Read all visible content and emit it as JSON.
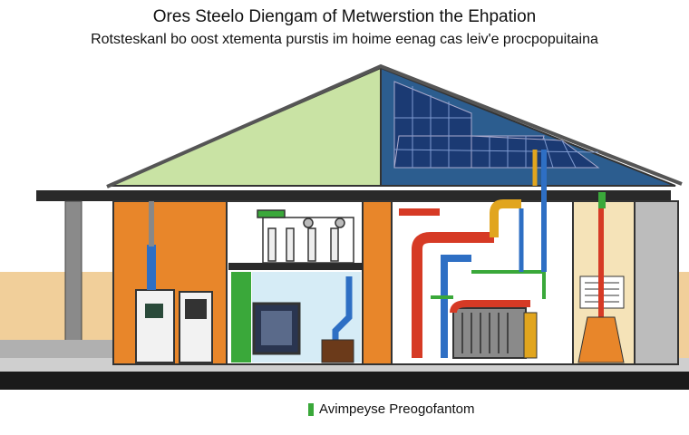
{
  "title": "Ores Steelo Diengam of Metwerstion the Ehpation",
  "subtitle": "Rotsteskanl bo oost xtementa purstis im hoime eenag cas leiv'e procpopuitaina",
  "legend": {
    "label": "Avimpeyse Preogofantom",
    "swatch_color": "#3aa83a"
  },
  "colors": {
    "roof_left": "#c9e3a4",
    "roof_right": "#2c5d8f",
    "solar_panel": "#1b3a73",
    "orange_wall": "#e8862a",
    "ground": "#f1cf9a",
    "hot_pipe": "#d63a25",
    "cold_pipe": "#2e6fc4",
    "green_pipe": "#3aa83a",
    "yellow_pipe": "#e1a51e"
  }
}
